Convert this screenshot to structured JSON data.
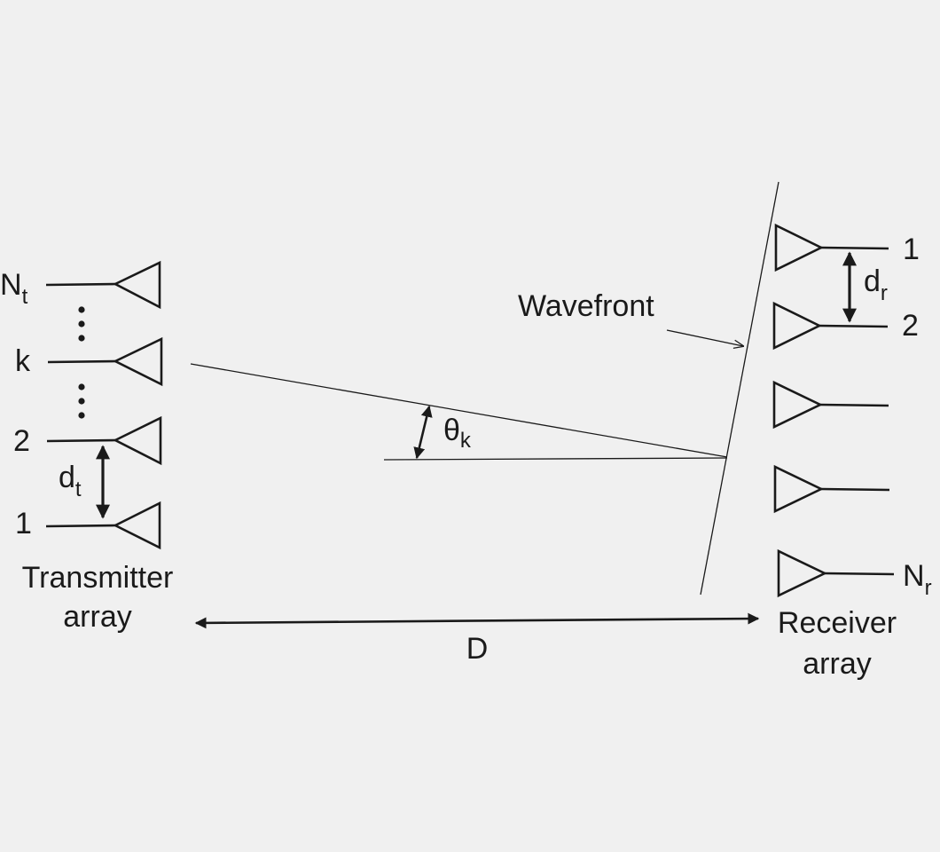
{
  "transmitter": {
    "label_line1": "Transmitter",
    "label_line2": "array",
    "elements": [
      {
        "label": "N",
        "sub": "t"
      },
      {
        "label": "k",
        "sub": ""
      },
      {
        "label": "2",
        "sub": ""
      },
      {
        "label": "1",
        "sub": ""
      }
    ],
    "spacing": {
      "label": "d",
      "sub": "t"
    }
  },
  "receiver": {
    "label_line1": "Receiver",
    "label_line2": "array",
    "elements": [
      {
        "label": "1",
        "sub": ""
      },
      {
        "label": "2",
        "sub": ""
      },
      {
        "label": "",
        "sub": ""
      },
      {
        "label": "",
        "sub": ""
      },
      {
        "label": "N",
        "sub": "r"
      }
    ],
    "spacing": {
      "label": "d",
      "sub": "r"
    }
  },
  "wavefront_label": "Wavefront",
  "angle": {
    "label": "θ",
    "sub": "k"
  },
  "distance_label": "D"
}
